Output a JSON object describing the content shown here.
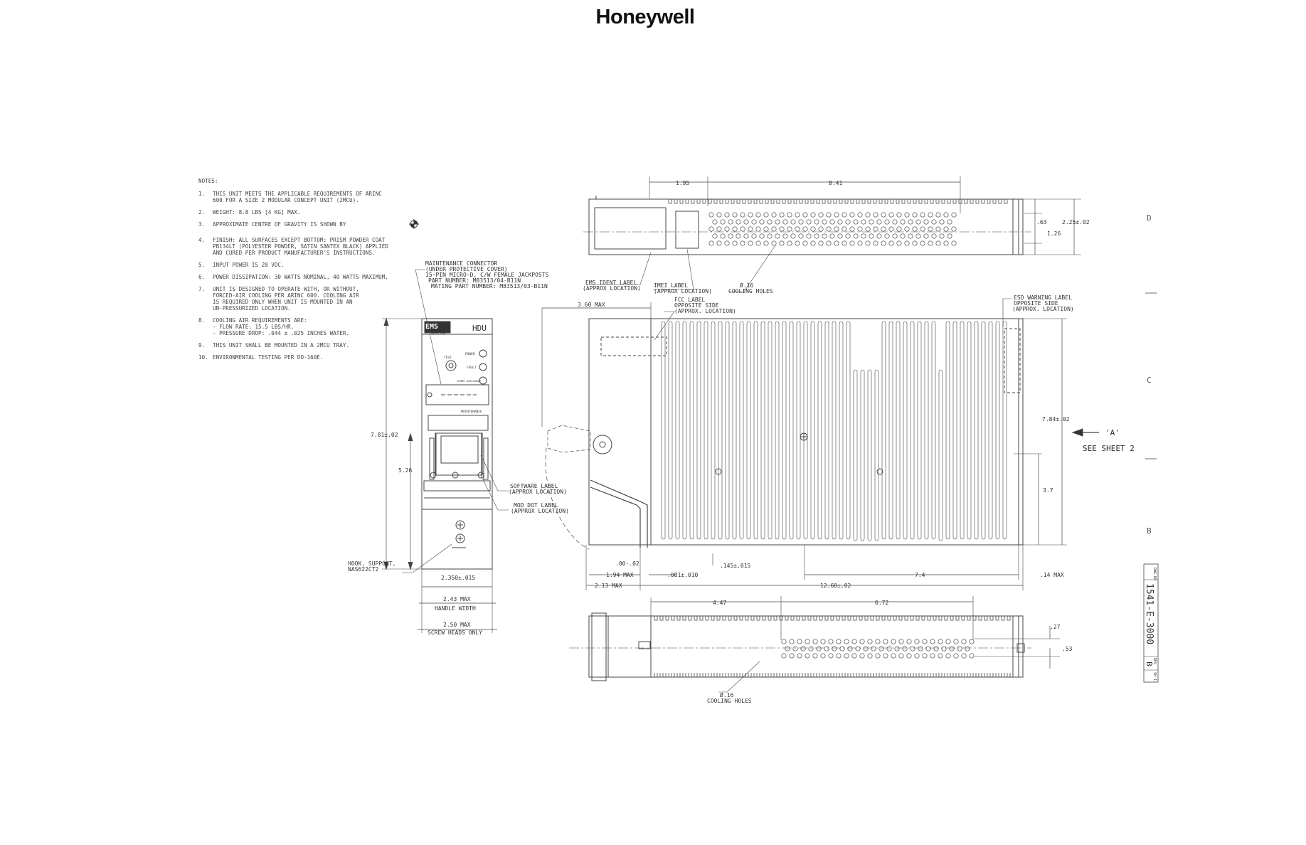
{
  "logo": "Honeywell",
  "notes": {
    "header": "NOTES:",
    "items": [
      {
        "num": "1.",
        "text": "THIS UNIT MEETS THE APPLICABLE REQUIREMENTS OF ARINC\n600 FOR A SIZE 2 MODULAR CONCEPT UNIT (2MCU)."
      },
      {
        "num": "2.",
        "text": "WEIGHT: 8.8 LBS [4 KG] MAX."
      },
      {
        "num": "3.",
        "text": "APPROXIMATE CENTRE OF GRAVITY IS SHOWN BY"
      },
      {
        "num": "4.",
        "text": "FINISH: ALL SURFACES EXCEPT BOTTOM: PRISM POWDER COAT\nPB134LT (POLYESTER POWDER, SATIN SANTEX BLACK) APPLIED\nAND CURED PER PRODUCT MANUFACTURER'S INSTRUCTIONS."
      },
      {
        "num": "5.",
        "text": "INPUT POWER IS 28 VDC."
      },
      {
        "num": "6.",
        "text": "POWER DISSIPATION: 30 WATTS NOMINAL, 40 WATTS MAXIMUM."
      },
      {
        "num": "7.",
        "text": "UNIT IS DESIGNED TO OPERATE WITH, OR WITHOUT,\nFORCED-AIR COOLING PER ARINC 600. COOLING AIR\nIS REQUIRED ONLY WHEN UNIT IS MOUNTED IN AN\nUN-PRESSURIZED LOCATION."
      },
      {
        "num": "8.",
        "text": "COOLING AIR REQUIREMENTS ARE:\n  - FLOW RATE: 15.5 LBS/HR.\n  - PRESSURE DROP: .044 ± .025 INCHES WATER."
      },
      {
        "num": "9.",
        "text": "THIS UNIT SHALL BE MOUNTED IN A 2MCU TRAY."
      },
      {
        "num": "10.",
        "text": "ENVIRONMENTAL TESTING PER DO-160E."
      }
    ]
  },
  "front_view": {
    "brand": "EMS",
    "brand_sub": "AVIATION",
    "unit_name": "HDU",
    "test_label": "TEST",
    "power_label": "POWER",
    "fault_label": "FAULT",
    "comm_label": "COMMS AVAILABLE",
    "maintenance_label": "MAINTENANCE",
    "callout_connector": [
      "MAINTENANCE CONNECTOR",
      "(UNDER PROTECTIVE COVER)",
      "15-PIN MICRO-D, C/W FEMALE JACKPOSTS",
      "PART NUMBER: M83513/04-B11N",
      "MATING PART NUMBER: M83513/03-B11N"
    ],
    "callout_software": [
      "SOFTWARE LABEL",
      "(APPROX LOCATION)"
    ],
    "callout_mod": [
      "MOD DOT LABEL",
      "(APPROX LOCATION)"
    ],
    "callout_hook": [
      "HOOK, SUPPORT,",
      "NAS622CT2"
    ],
    "dim_height": "7.81±.02",
    "dim_lower": "5.26",
    "dim_width": "2.350±.015",
    "dim_handle": "2.43 MAX",
    "dim_handle_note": "HANDLE WIDTH",
    "dim_screw": "2.50 MAX",
    "dim_screw_note": "SCREW HEADS ONLY"
  },
  "top_view": {
    "dim_a": "1.95",
    "dim_b": "8.41",
    "dim_c": ".63",
    "dim_d": "2.25±.02",
    "dim_e": "1.26",
    "callout_ems": [
      "EMS IDENT LABEL",
      "(APPROX LOCATION)"
    ],
    "callout_imei": [
      "IMEI LABEL",
      "(APPROX LOCATION)"
    ],
    "callout_holes": [
      "Ø.16",
      "COOLING HOLES"
    ]
  },
  "side_view": {
    "dim_360": "3.60 MAX",
    "callout_fcc": [
      "FCC LABEL",
      "OPPOSITE SIDE",
      "(APPROX. LOCATION)"
    ],
    "callout_esd": [
      "ESD WARNING LABEL",
      "OPPOSITE SIDE",
      "(APPROX. LOCATION)"
    ],
    "dim_height": "7.84±.02",
    "dim_37": "3.7",
    "dim_00": ".00-.02",
    "dim_145": ".145±.015",
    "dim_194": "1.94 MAX",
    "dim_081": ".081±.010",
    "dim_74": "7.4",
    "dim_14": ".14 MAX",
    "dim_213": "2.13 MAX",
    "dim_1260": "12.60±.02",
    "view_letter": "'A'",
    "see_sheet": "SEE SHEET 2"
  },
  "bottom_view": {
    "dim_a": "4.47",
    "dim_b": "6.72",
    "dim_c": ".27",
    "dim_d": ".53",
    "callout_holes": [
      "Ø.16",
      "COOLING HOLES"
    ]
  },
  "zones": [
    "D",
    "C",
    "B"
  ],
  "title_block": {
    "dwg_no": "1541-E-3000",
    "rev": "B",
    "dwg_label": "DWG NO",
    "rev_label": "REV",
    "sheet": "SH 1"
  }
}
